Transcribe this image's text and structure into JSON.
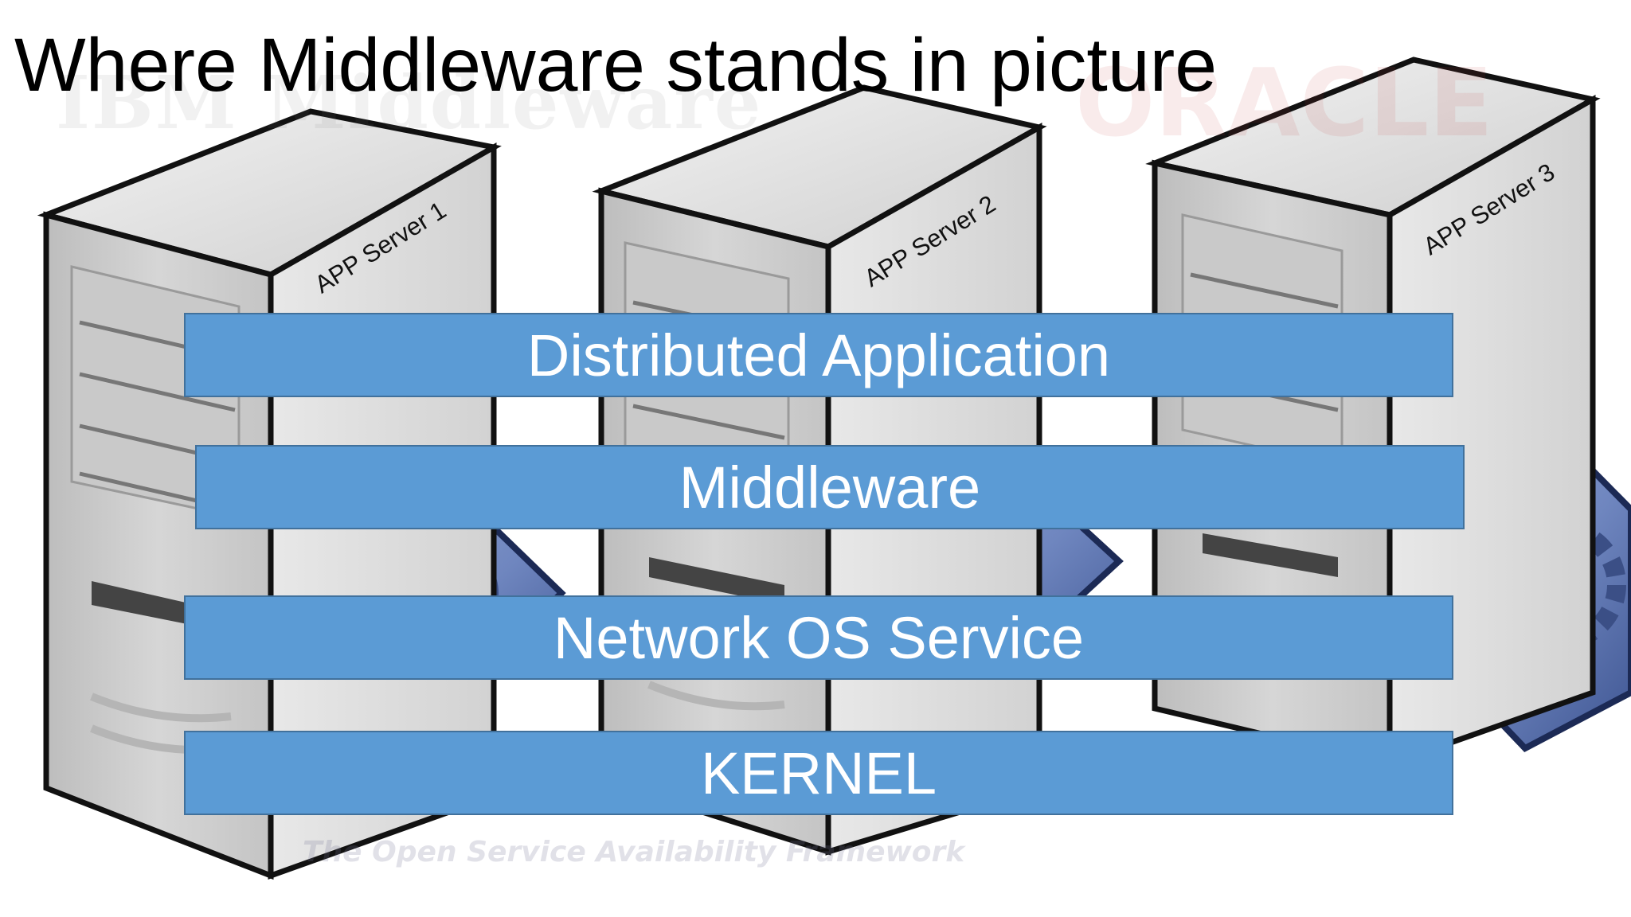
{
  "title": "Where Middleware stands in picture",
  "servers": [
    {
      "label": "APP Server 1"
    },
    {
      "label": "APP Server 2"
    },
    {
      "label": "APP Server 3"
    }
  ],
  "layers": [
    {
      "label": "Distributed Application"
    },
    {
      "label": "Middleware"
    },
    {
      "label": "Network OS Service"
    },
    {
      "label": "KERNEL"
    }
  ],
  "watermarks": {
    "ibm": "IBM Middleware",
    "oracle": "ORACLE",
    "tagline": "The Open Service Availability Framework"
  },
  "colors": {
    "layer_fill": "#5b9bd5",
    "layer_border": "#41719c",
    "layer_text": "#ffffff",
    "title_text": "#000000"
  },
  "icons": [
    "server-tower-icon",
    "gear-diamond-icon"
  ]
}
